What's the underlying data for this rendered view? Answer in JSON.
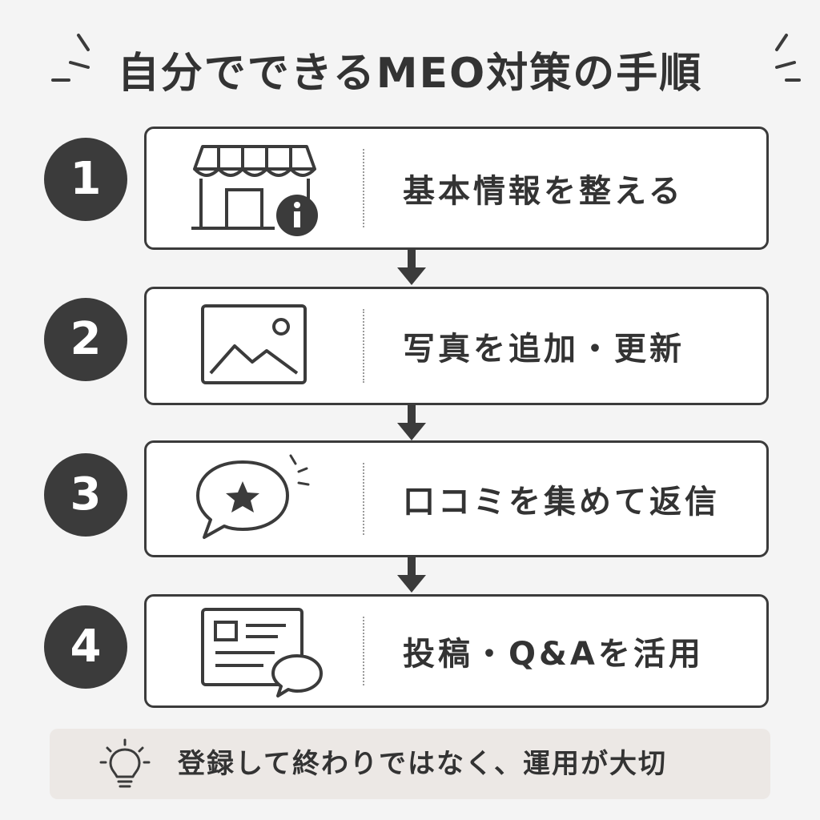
{
  "title": "自分でできるMEO対策の手順",
  "steps": [
    {
      "number": "1",
      "label": "基本情報を整える",
      "icon": "storefront-info-icon"
    },
    {
      "number": "2",
      "label": "写真を追加・更新",
      "icon": "image-photo-icon"
    },
    {
      "number": "3",
      "label": "口コミを集めて返信",
      "icon": "speech-bubble-star-icon"
    },
    {
      "number": "4",
      "label": "投稿・Q&Aを活用",
      "icon": "post-card-chat-icon"
    }
  ],
  "tip": {
    "icon": "lightbulb-icon",
    "text": "登録して終わりではなく、運用が大切"
  },
  "colors": {
    "background": "#f4f4f4",
    "dark": "#3b3b3b",
    "card": "#ffffff",
    "tip_background": "#ece8e5"
  }
}
